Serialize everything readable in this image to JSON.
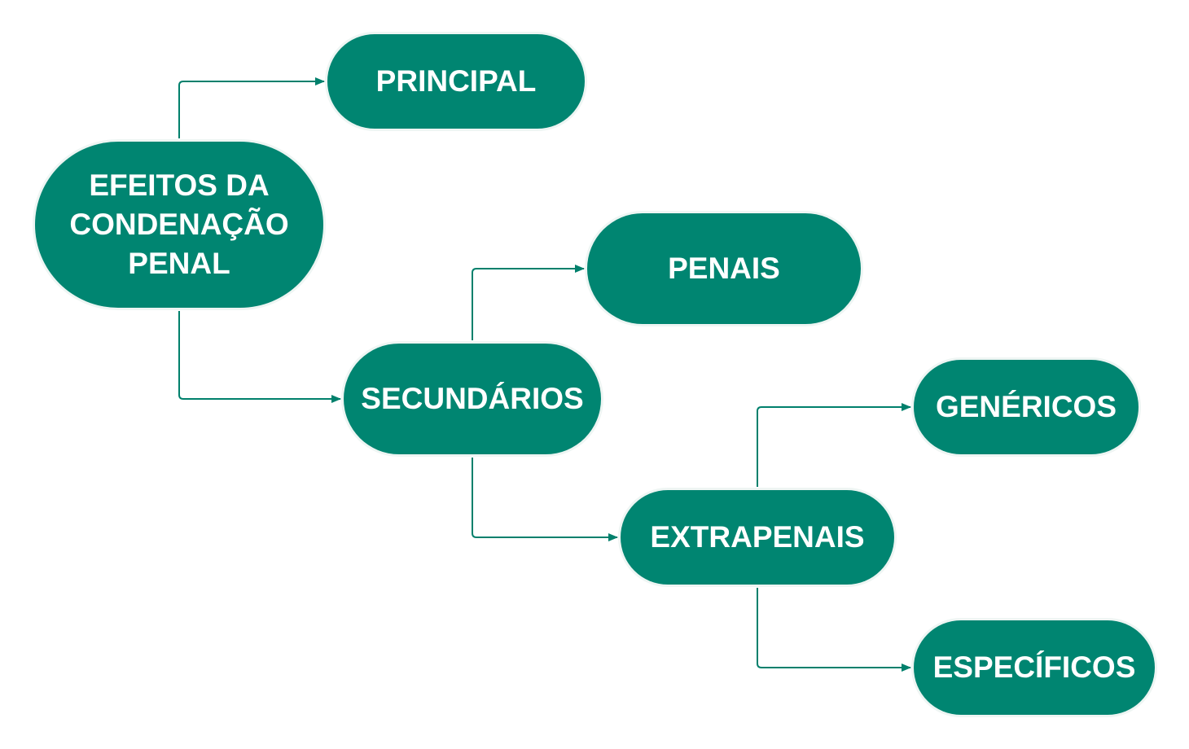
{
  "diagram": {
    "colors": {
      "node_fill": "#008571",
      "node_text": "#ffffff",
      "connector": "#00806c"
    },
    "nodes": {
      "root": "EFEITOS DA\nCONDENAÇÃO\nPENAL",
      "principal": "PRINCIPAL",
      "secundarios": "SECUNDÁRIOS",
      "penais": "PENAIS",
      "extrapenais": "EXTRAPENAIS",
      "genericos": "GENÉRICOS",
      "especificos": "ESPECÍFICOS"
    },
    "edges": [
      {
        "from": "root",
        "to": "principal"
      },
      {
        "from": "root",
        "to": "secundarios"
      },
      {
        "from": "secundarios",
        "to": "penais"
      },
      {
        "from": "secundarios",
        "to": "extrapenais"
      },
      {
        "from": "extrapenais",
        "to": "genericos"
      },
      {
        "from": "extrapenais",
        "to": "especificos"
      }
    ]
  }
}
